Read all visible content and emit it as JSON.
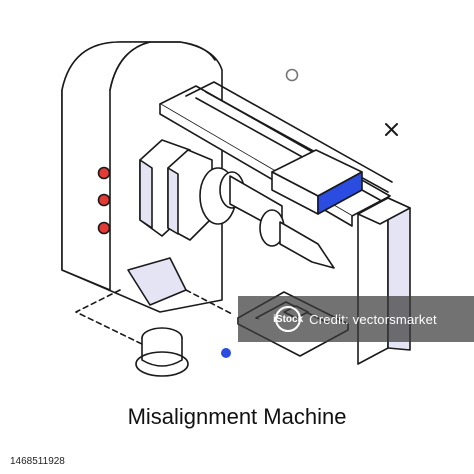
{
  "caption": "Misalignment Machine",
  "watermark": {
    "text": "Credit: vectorsmarket",
    "logo": "iStock"
  },
  "stock_id": "1468511928",
  "colors": {
    "line": "#1a1a1a",
    "accent_blue": "#2b4ce0",
    "light_purple": "#e4e4f4",
    "red_lights": "#e53935",
    "dot_blue": "#2b4ce0"
  },
  "icons": [
    "close-x-icon",
    "circle-outline-icon",
    "blue-dot-icon"
  ]
}
